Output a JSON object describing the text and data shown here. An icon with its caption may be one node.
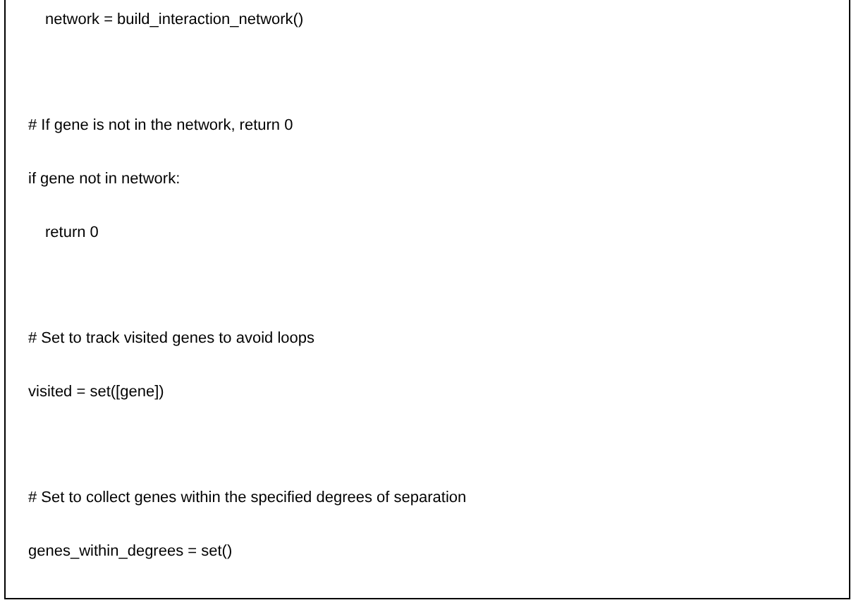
{
  "diagram": {
    "labels": [
      "network = build_interaction_network()",
      "# If gene is not in the network, return 0",
      "if gene not in network:",
      "return 0",
      "# Set to track visited genes to avoid loops",
      "visited = set([gene])",
      "# Set to collect genes within the specified degrees of separation",
      "genes_within_degrees = set()"
    ]
  }
}
